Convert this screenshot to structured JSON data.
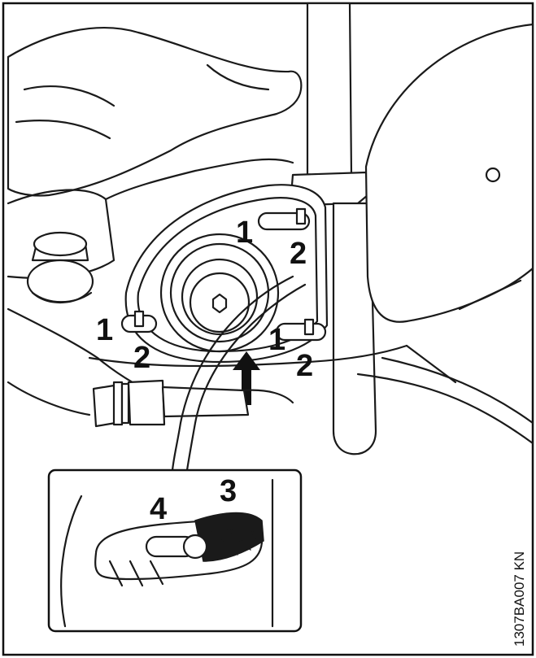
{
  "callouts": {
    "one_top": "1",
    "two_top": "2",
    "one_left": "1",
    "two_left": "2",
    "one_right": "1",
    "two_right": "2",
    "three": "3",
    "four": "4"
  },
  "figure_code": "1307BA007 KN",
  "colors": {
    "line": "#1a1a1a",
    "background": "#ffffff",
    "shading": "#1a1a1a"
  }
}
